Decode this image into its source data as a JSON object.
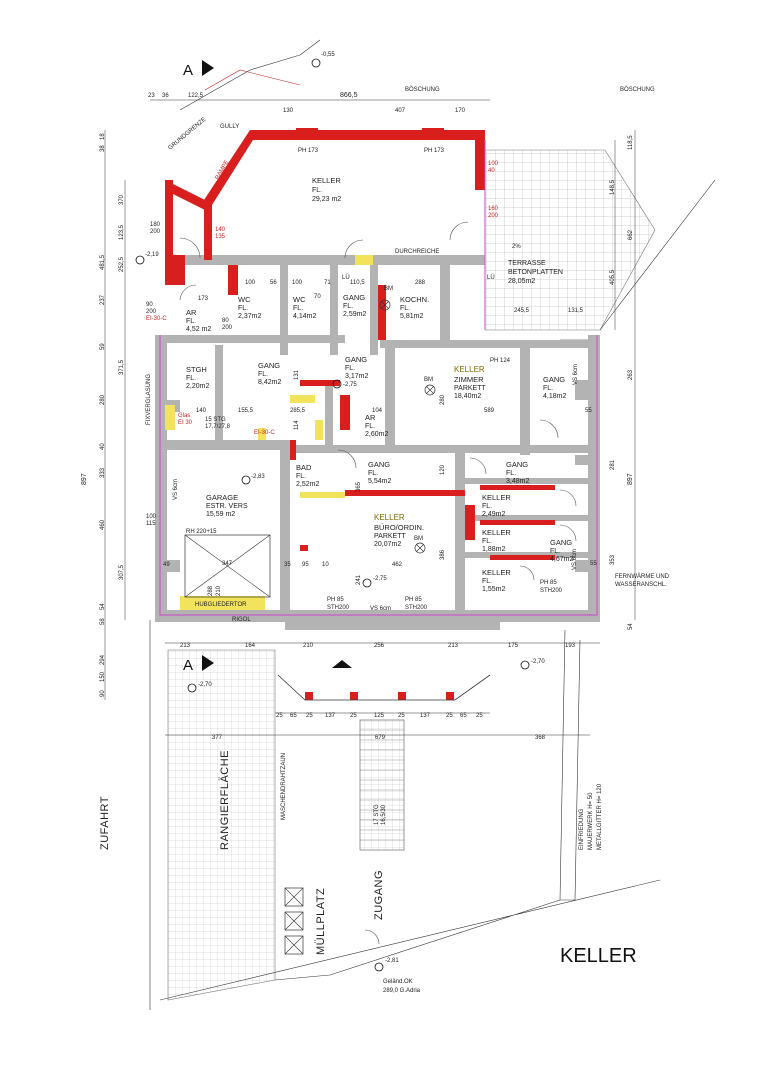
{
  "title": "KELLER",
  "section_marker": "A",
  "rooms": {
    "keller_main": {
      "name": "KELLER",
      "sub": "FL.",
      "area": "29,23 m2"
    },
    "terrasse": {
      "name": "TERRASSE",
      "sub": "BETONPLATTEN",
      "area": "28,05m2"
    },
    "wc1": {
      "name": "WC",
      "sub": "FL.",
      "area": "2,37m2"
    },
    "wc2": {
      "name": "WC",
      "sub": "FL.",
      "area": "4,14m2"
    },
    "gang1": {
      "name": "GANG",
      "sub": "FL.",
      "area": "2,59m2"
    },
    "kochn": {
      "name": "KOCHN.",
      "sub": "FL.",
      "area": "5,81m2"
    },
    "ar1": {
      "name": "AR",
      "sub": "FL.",
      "area": "4,52 m2"
    },
    "stgh": {
      "name": "STGH",
      "sub": "FL.",
      "area": "2,20m2"
    },
    "gang2": {
      "name": "GANG",
      "sub": "FL.",
      "area": "8,42m2"
    },
    "gang3": {
      "name": "GANG",
      "sub": "FL.",
      "area": "3,17m2"
    },
    "zimmer": {
      "label": "KELLER",
      "name": "ZIMMER",
      "sub": "PARKETT",
      "area": "18,40m2"
    },
    "gang4": {
      "name": "GANG",
      "sub": "FL.",
      "area": "4,18m2"
    },
    "ar2": {
      "name": "AR",
      "sub": "FL.",
      "area": "2,60m2"
    },
    "garage": {
      "name": "GARAGE",
      "sub": "ESTR. VERS",
      "area": "15,59 m2"
    },
    "bad": {
      "name": "BAD",
      "sub": "FL.",
      "area": "2,52m2"
    },
    "gang5": {
      "name": "GANG",
      "sub": "FL.",
      "area": "5,54m2"
    },
    "gang6": {
      "name": "GANG",
      "sub": "FL.",
      "area": "3,48m2"
    },
    "buero": {
      "label": "KELLER",
      "name": "BÜRO/ORDIN.",
      "sub": "PARKETT",
      "area": "20,07m2"
    },
    "keller2": {
      "name": "KELLER",
      "sub": "FL.",
      "area": "2,49m2"
    },
    "keller3": {
      "name": "KELLER",
      "sub": "FL.",
      "area": "1,88m2"
    },
    "gang7": {
      "name": "GANG",
      "sub": "FL.",
      "area": "4,67m2"
    },
    "keller4": {
      "name": "KELLER",
      "sub": "FL.",
      "area": "1,55m2"
    }
  },
  "labels": {
    "boeschung1": "BÖSCHUNG",
    "boeschung2": "BÖSCHUNG",
    "grundgrenze": "GRUNDGRENZE",
    "rampe": "RAMPE",
    "gully": "GULLY",
    "durchreiche": "DURCHREICHE",
    "lue": "LÜ",
    "fixverglasung": "FIXVERGLASUNG",
    "fernwaerme_1": "FERNWÄRME UND",
    "fernwaerme_2": "WASSERANSCHL.",
    "rigol": "RIGOL",
    "hubgliedertor": "HUBGLIEDERTOR",
    "rh": "RH 220+15",
    "zufahrt": "ZUFAHRT",
    "rangierflaeche": "RANGIERFLÄCHE",
    "maschendrahtzaun": "MASCHENDRAHTZAUN",
    "muellplatz": "MÜLLPLATZ",
    "zugang": "ZUGANG",
    "einfriedung_1": "EINFRIEDUNG",
    "einfriedung_2": "MAUERWERK H= 50",
    "einfriedung_3": "METALLGITTER H= 120",
    "stairs_outer": "17 STG",
    "stairs_outer_2": "16,5/30",
    "stairs_inner": "15 STG",
    "stairs_inner_2": "17,7/27,8",
    "gelaende_1": "Geländ.OK",
    "gelaende_2": "289,0  G.Adria",
    "bm": "BM",
    "vs": "VS 6cm",
    "pct": "2%"
  },
  "elevations": [
    "-0,55",
    "-2,19",
    "-2,75",
    "-2,83",
    "-2,75",
    "-2,70",
    "-2,70",
    "-2,81"
  ],
  "window_notes": [
    "PH 173",
    "PH 173",
    "PH 124",
    "PH 85",
    "STH200",
    "PH 85",
    "STH200",
    "PH 85",
    "STH200"
  ],
  "dims_top": [
    "23",
    "36",
    "122,5",
    "130",
    "866,5",
    "407",
    "170"
  ],
  "dims_left": [
    "18",
    "38",
    "370",
    "123,5",
    "481,5",
    "252,5",
    "237",
    "59",
    "371,5",
    "280",
    "40",
    "897",
    "333",
    "460",
    "307,5",
    "54",
    "58"
  ],
  "dims_right": [
    "118,5",
    "148,5",
    "662",
    "405,5",
    "263",
    "281",
    "897",
    "353",
    "54",
    "55"
  ],
  "dims_inner": [
    "173",
    "100",
    "56",
    "100",
    "71",
    "70",
    "110,5",
    "288",
    "245,5",
    "131,5",
    "140",
    "155,5",
    "285,5",
    "114",
    "104",
    "589",
    "120",
    "347",
    "95",
    "10",
    "462",
    "241",
    "386",
    "365",
    "131",
    "280",
    "49",
    "35",
    "55"
  ],
  "dims_bottom_1": [
    "213",
    "164",
    "210",
    "256",
    "213",
    "175",
    "193"
  ],
  "dims_bottom_2": [
    "25",
    "65",
    "25",
    "137",
    "25",
    "125",
    "25",
    "137",
    "25",
    "65",
    "25"
  ],
  "dims_bottom_3": [
    "377",
    "679",
    "368"
  ],
  "dims_left_low": [
    "294",
    "150",
    "90"
  ],
  "door_notes": [
    "80",
    "200",
    "90",
    "200",
    "180",
    "200",
    "140",
    "135",
    "100",
    "40",
    "160",
    "200",
    "EI-30-C",
    "Glas",
    "EI 30",
    "EI-30-C",
    "VS 6cm",
    "100",
    "115",
    "288",
    "210"
  ]
}
